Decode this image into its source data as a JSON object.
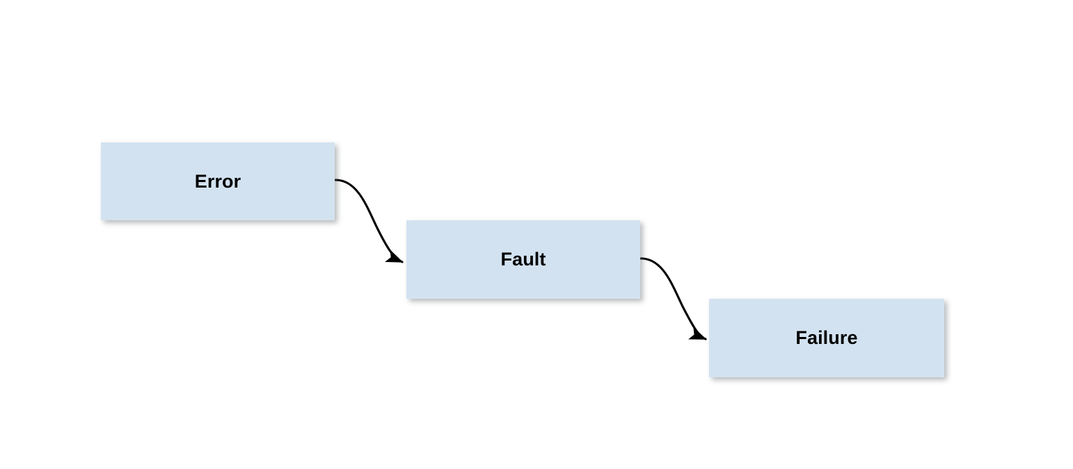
{
  "diagram": {
    "type": "flow-chain",
    "background_color": "#ffffff",
    "node_fill_color": "#d3e2f0",
    "edge_color": "#000000",
    "label_color": "#000000",
    "nodes": [
      {
        "id": "error",
        "label": "Error"
      },
      {
        "id": "fault",
        "label": "Fault"
      },
      {
        "id": "failure",
        "label": "Failure"
      }
    ],
    "edges": [
      {
        "from": "Error",
        "to": "Fault",
        "style": "curved-arrow"
      },
      {
        "from": "Fault",
        "to": "Failure",
        "style": "curved-arrow"
      }
    ]
  }
}
